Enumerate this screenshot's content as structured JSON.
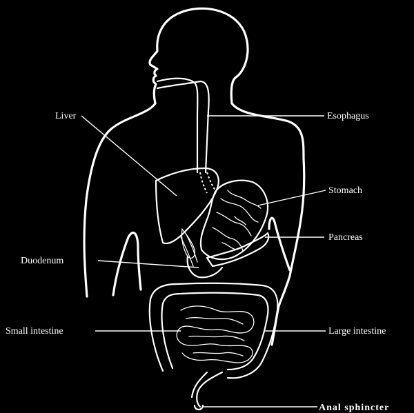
{
  "colors": {
    "background": "#000000",
    "ink": "#ffffff"
  },
  "labels": {
    "liver": "Liver",
    "esophagus": "Esophagus",
    "stomach": "Stomach",
    "pancreas": "Pancreas",
    "duodenum": "Duodenum",
    "small_intestine": "Small intestine",
    "large_intestine": "Large intestine",
    "anal_sphincter": "Anal sphincter"
  }
}
